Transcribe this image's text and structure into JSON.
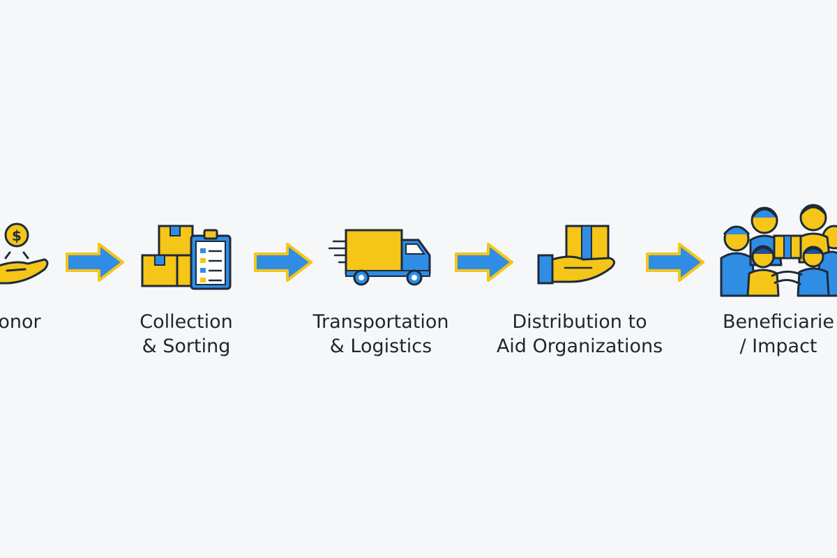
{
  "colors": {
    "blue": "#2f8de4",
    "yellow": "#f5c518",
    "outline": "#1d4f9c",
    "text": "#1f2630",
    "background": "#f6f7f8"
  },
  "steps": [
    {
      "icon": "hand-coin-icon",
      "lines": [
        "onor"
      ]
    },
    {
      "icon": "boxes-clipboard-icon",
      "lines": [
        "Collection",
        "& Sorting"
      ]
    },
    {
      "icon": "delivery-truck-icon",
      "lines": [
        "Transportation",
        "& Logistics"
      ]
    },
    {
      "icon": "hand-box-icon",
      "lines": [
        "Distribution to",
        "Aid Organizations"
      ]
    },
    {
      "icon": "people-group-icon",
      "lines": [
        "Beneficiarie",
        "/ Impact"
      ]
    }
  ],
  "arrows": [
    "arrow-right-icon",
    "arrow-right-icon",
    "arrow-right-icon",
    "arrow-right-icon"
  ]
}
